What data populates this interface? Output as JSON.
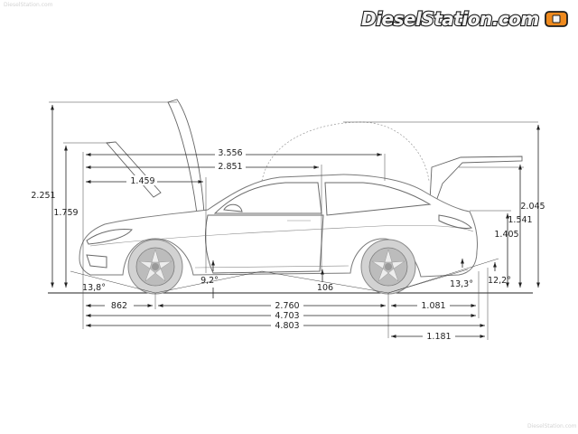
{
  "header": {
    "brand": "DieselStation.com",
    "watermark_top": "DieselStation.com",
    "watermark_bottom": "DieselStation.com"
  },
  "diagram": {
    "heights": {
      "hood_open": "2.251",
      "roof": "1.759",
      "trunk_open": "2.045",
      "soft_top_lid": "1.541",
      "rear": "1.405"
    },
    "top_lengths": {
      "hood_to_pillar": "1.459",
      "hood_to_rear_seat": "2.851",
      "roof_open": "3.556"
    },
    "angles": {
      "approach": "13,8°",
      "ramp": "9,2°",
      "departure_body": "13,3°",
      "departure": "12,2°"
    },
    "ground_clearance": "106",
    "bottom_lengths": {
      "front_overhang": "862",
      "wheelbase": "2.760",
      "rear_overhang": "1.081",
      "length": "4.703",
      "length_open": "4.803",
      "rear_open": "1.181"
    }
  }
}
